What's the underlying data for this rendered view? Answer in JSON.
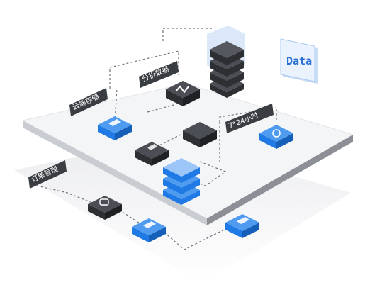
{
  "labels": {
    "cloud_storage": "云端存储",
    "data_analysis": "分析数据",
    "service_247": "7*24小时",
    "order_management": "订单管理"
  },
  "data_card": "Data",
  "colors": {
    "platform_top": "#f4f5f7",
    "platform_edge": "#8c8f95",
    "blue": "#1f7ae6",
    "blue_light": "#4f9bf0",
    "dark": "#2d2f33",
    "dark_light": "#4b4e54",
    "label_bg": "#3a3d42",
    "dashed_line": "#6e7278"
  }
}
